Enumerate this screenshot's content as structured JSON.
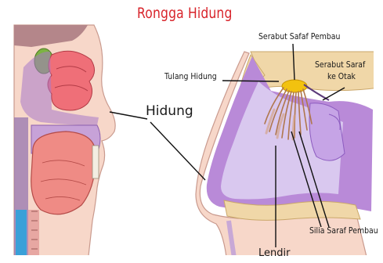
{
  "title": "Rongga Hidung",
  "labels": {
    "hidung": "Hidung",
    "serabut_saraf_pembau": "Serabut Safaf Pembau",
    "serabut_saraf_ke_otak_line1": "Serabut Saraf",
    "serabut_saraf_ke_otak_line2": "ke Otak",
    "tulang_hidung": "Tulang Hidung",
    "silia_saraf_pembau": "Silia Saraf Pembau",
    "lendir": "Lendir"
  },
  "colors": {
    "title": "#d8232a",
    "label_text": "#1a1a1a",
    "pointer_line": "#111111",
    "nasal_lining": "#b98ad8",
    "nasal_cavity": "#d9c8ef",
    "skin": "#f7d7c9",
    "muscle": "#e8616a",
    "bone": "#f0d7a8",
    "olfactory_bulb": "#f2c20f"
  }
}
